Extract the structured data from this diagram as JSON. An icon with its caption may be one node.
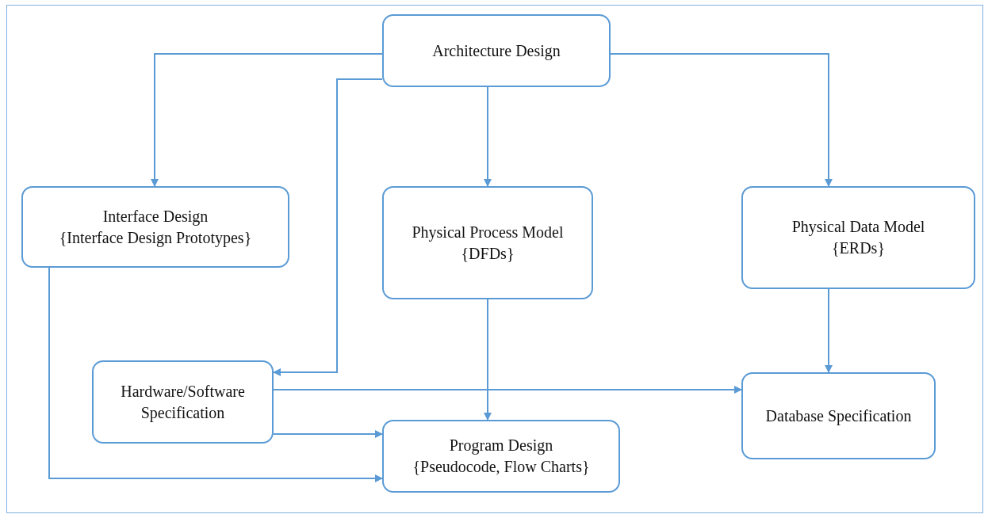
{
  "diagram": {
    "nodes": [
      {
        "text": [
          "Architecture Design"
        ]
      },
      {
        "text": [
          "Interface Design",
          "{Interface Design Prototypes}"
        ]
      },
      {
        "text": [
          "Physical Process Model",
          "{DFDs}"
        ]
      },
      {
        "text": [
          "Physical Data Model",
          "{ERDs}"
        ]
      },
      {
        "text": [
          "Hardware/Software Specification"
        ]
      },
      {
        "text": [
          "Program Design",
          "{Pseudocode, Flow Charts}"
        ]
      },
      {
        "text": [
          "Database Specification"
        ]
      }
    ],
    "edges": [
      {
        "from": 0,
        "to": 1,
        "arrow": "to"
      },
      {
        "from": 0,
        "to": 2,
        "arrow": "to"
      },
      {
        "from": 0,
        "to": 3,
        "arrow": "to"
      },
      {
        "from": 0,
        "to": 4,
        "arrow": "to"
      },
      {
        "from": 2,
        "to": 5,
        "arrow": "to"
      },
      {
        "from": 3,
        "to": 6,
        "arrow": "to"
      },
      {
        "from": 4,
        "to": 6,
        "arrow": "to"
      },
      {
        "from": 4,
        "to": 5,
        "arrow": "to"
      },
      {
        "from": 1,
        "to": 5,
        "arrow": "to"
      }
    ]
  }
}
